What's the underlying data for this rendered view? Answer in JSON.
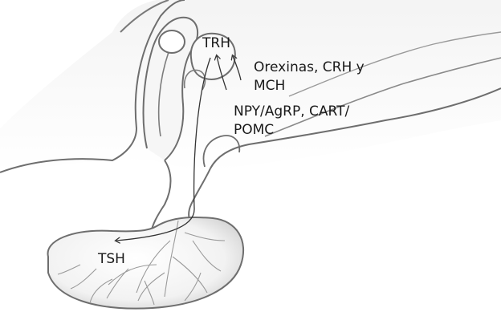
{
  "labels": {
    "trh": "TRH",
    "orexinas_line1": "Orexinas, CRH y",
    "orexinas_line2": "MCH",
    "npy_line1": "NPY/AgRP, CART/",
    "npy_line2": "POMC",
    "tsh": "TSH"
  },
  "colors": {
    "outline": "#6e6e6e",
    "shading": "#d9d9d9",
    "arrow": "#333333",
    "text": "#1a1a1a"
  }
}
